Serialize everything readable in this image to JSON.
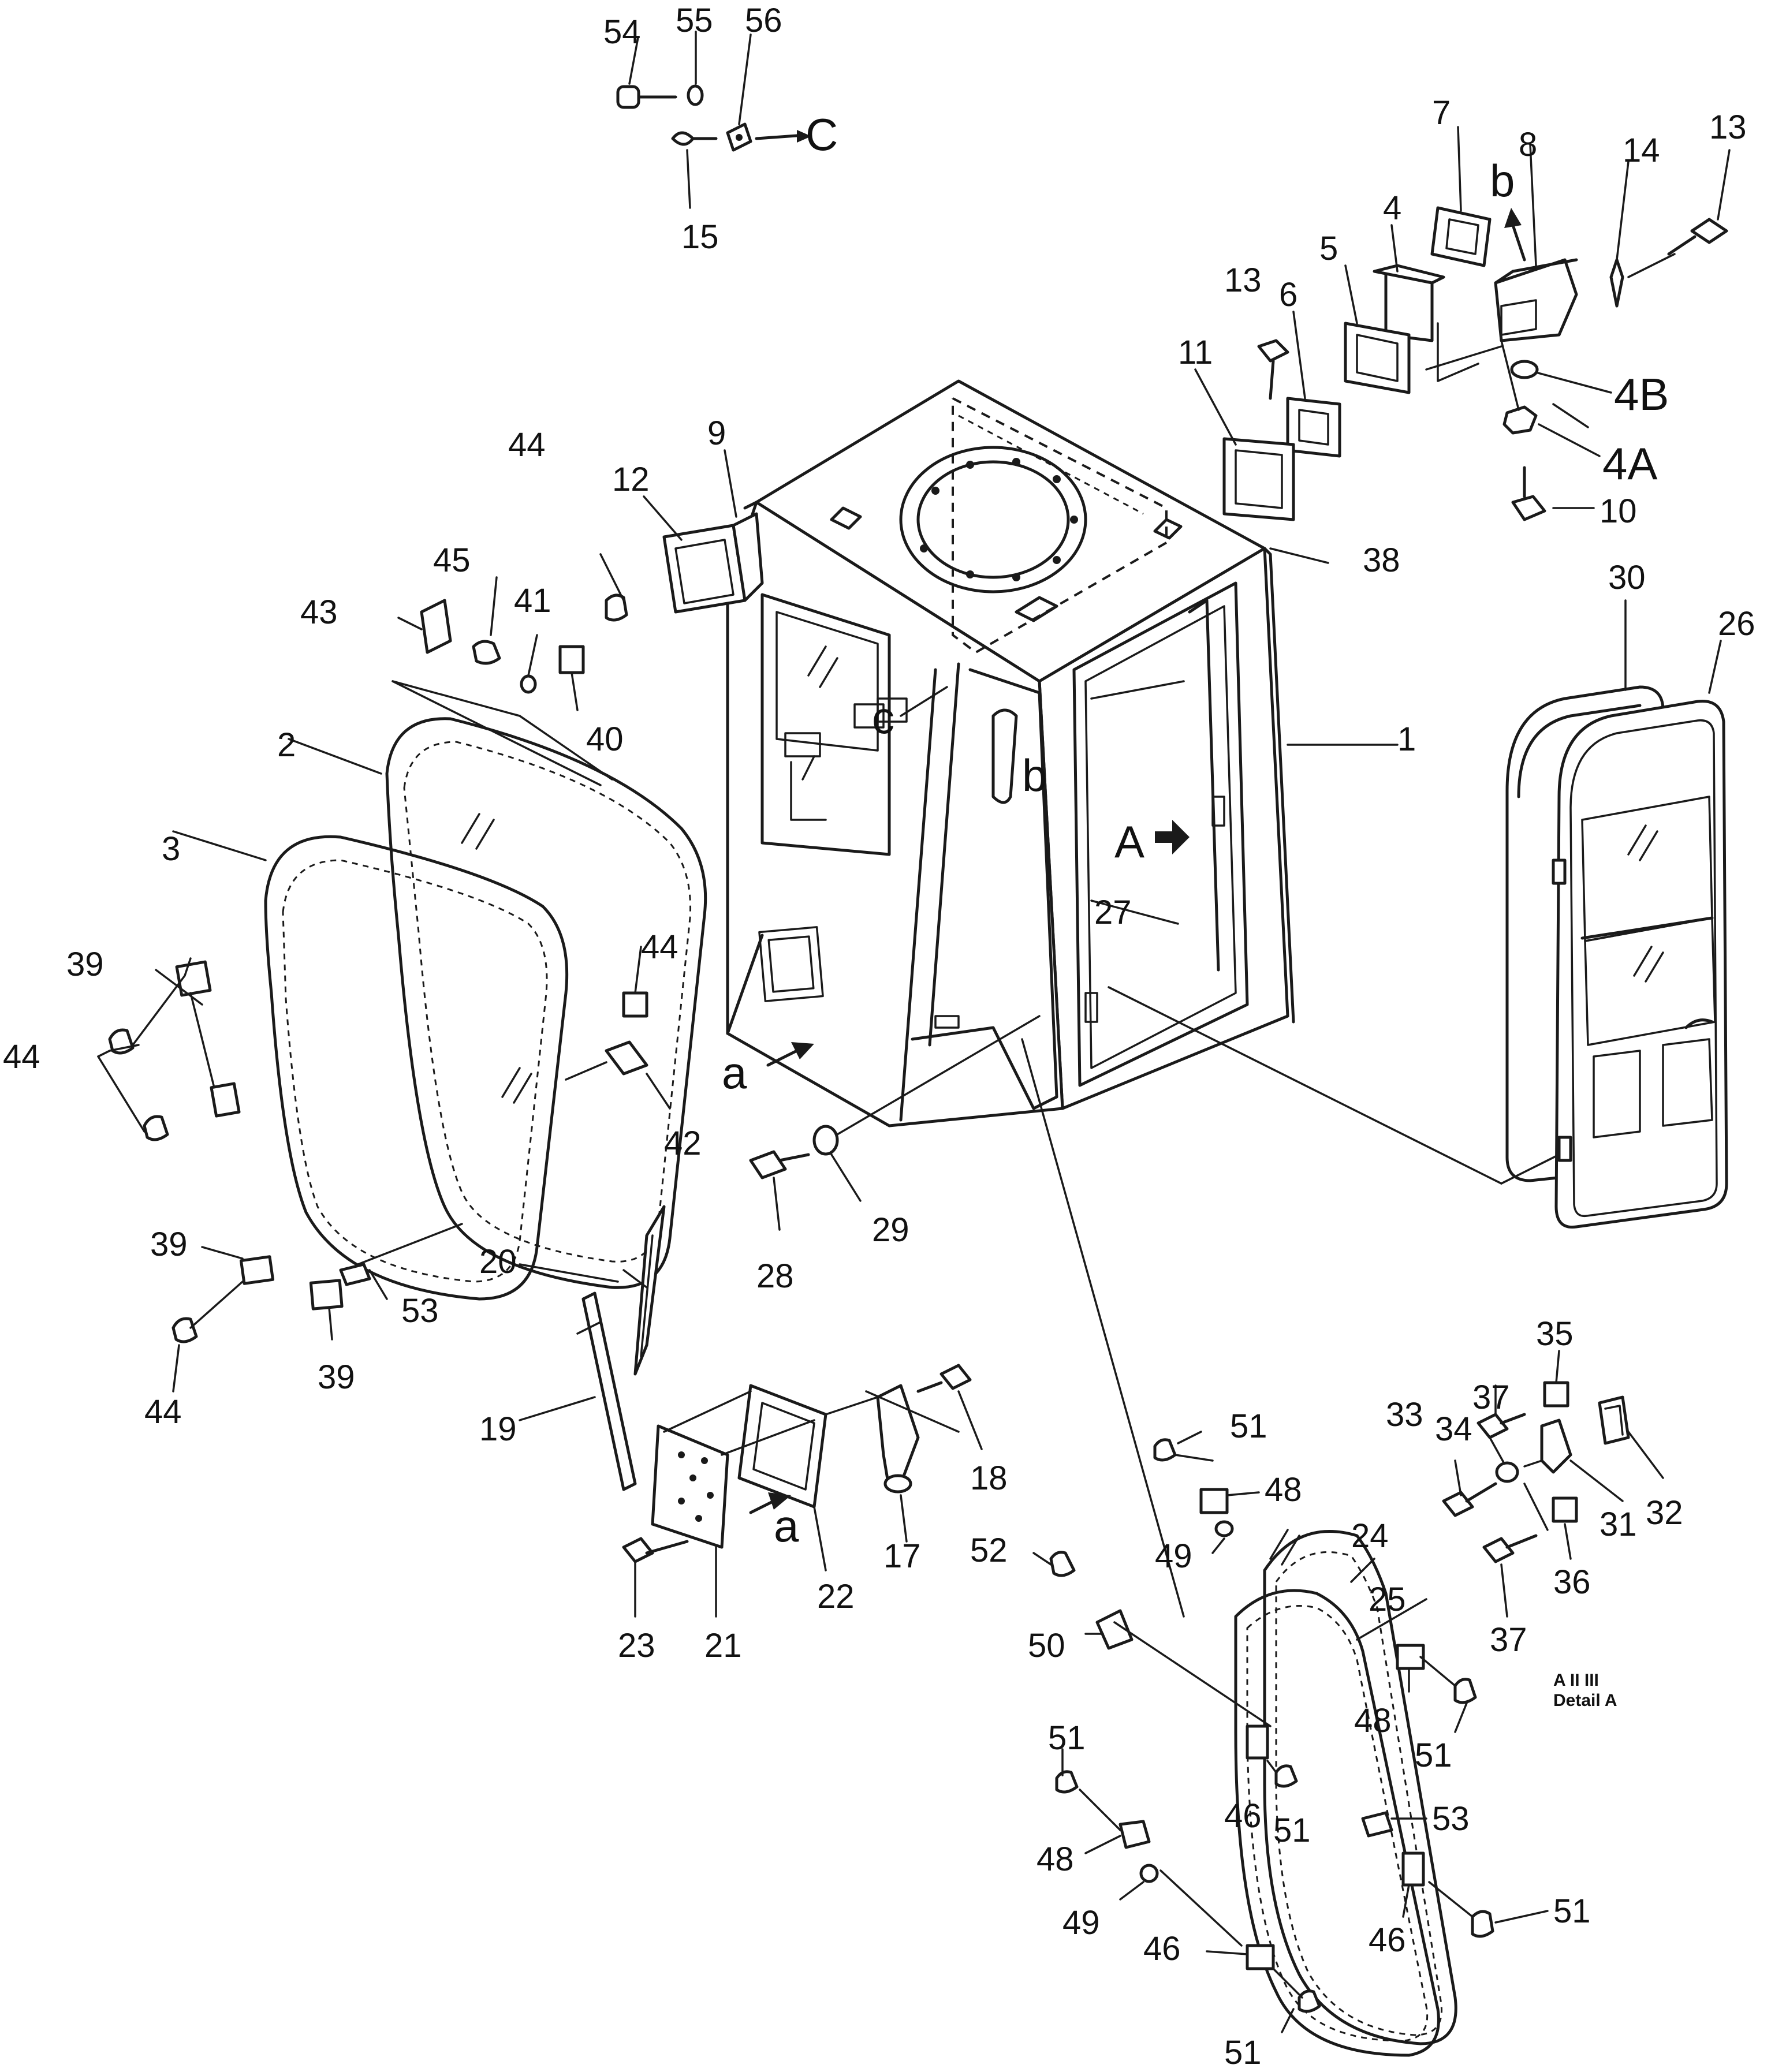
{
  "labels": [
    {
      "id": "p54",
      "text": "54"
    },
    {
      "id": "p55",
      "text": "55"
    },
    {
      "id": "p56",
      "text": "56"
    },
    {
      "id": "p15",
      "text": "15"
    },
    {
      "id": "refC_top",
      "text": "C"
    },
    {
      "id": "p7",
      "text": "7"
    },
    {
      "id": "p8",
      "text": "8"
    },
    {
      "id": "p14",
      "text": "14"
    },
    {
      "id": "p13a",
      "text": "13"
    },
    {
      "id": "p4",
      "text": "4"
    },
    {
      "id": "refb_top",
      "text": "b"
    },
    {
      "id": "p5",
      "text": "5"
    },
    {
      "id": "p6",
      "text": "6"
    },
    {
      "id": "p13b",
      "text": "13"
    },
    {
      "id": "p11",
      "text": "11"
    },
    {
      "id": "p4B",
      "text": "4B"
    },
    {
      "id": "p4A",
      "text": "4A"
    },
    {
      "id": "p10",
      "text": "10"
    },
    {
      "id": "p9",
      "text": "9"
    },
    {
      "id": "p12",
      "text": "12"
    },
    {
      "id": "p38",
      "text": "38"
    },
    {
      "id": "p44a",
      "text": "44"
    },
    {
      "id": "p45",
      "text": "45"
    },
    {
      "id": "p43",
      "text": "43"
    },
    {
      "id": "p41",
      "text": "41"
    },
    {
      "id": "p40",
      "text": "40"
    },
    {
      "id": "p30",
      "text": "30"
    },
    {
      "id": "p26",
      "text": "26"
    },
    {
      "id": "p1",
      "text": "1"
    },
    {
      "id": "p2",
      "text": "2"
    },
    {
      "id": "p3",
      "text": "3"
    },
    {
      "id": "refc_cab",
      "text": "c"
    },
    {
      "id": "refb_cab",
      "text": "b"
    },
    {
      "id": "refA_arrow",
      "text": "A"
    },
    {
      "id": "p39a",
      "text": "39"
    },
    {
      "id": "p44b",
      "text": "44"
    },
    {
      "id": "p44c",
      "text": "44"
    },
    {
      "id": "p42",
      "text": "42"
    },
    {
      "id": "p27",
      "text": "27"
    },
    {
      "id": "refa_cab",
      "text": "a"
    },
    {
      "id": "p28",
      "text": "28"
    },
    {
      "id": "p29",
      "text": "29"
    },
    {
      "id": "p39b",
      "text": "39"
    },
    {
      "id": "p53a",
      "text": "53"
    },
    {
      "id": "p39c",
      "text": "39"
    },
    {
      "id": "p44d",
      "text": "44"
    },
    {
      "id": "p20",
      "text": "20"
    },
    {
      "id": "p19",
      "text": "19"
    },
    {
      "id": "p18",
      "text": "18"
    },
    {
      "id": "p17",
      "text": "17"
    },
    {
      "id": "p22",
      "text": "22"
    },
    {
      "id": "refa_bot",
      "text": "a"
    },
    {
      "id": "p21",
      "text": "21"
    },
    {
      "id": "p23",
      "text": "23"
    },
    {
      "id": "p51a",
      "text": "51"
    },
    {
      "id": "p48a",
      "text": "48"
    },
    {
      "id": "p49a",
      "text": "49"
    },
    {
      "id": "p52",
      "text": "52"
    },
    {
      "id": "p50",
      "text": "50"
    },
    {
      "id": "p24",
      "text": "24"
    },
    {
      "id": "p25",
      "text": "25"
    },
    {
      "id": "p37a",
      "text": "37"
    },
    {
      "id": "p35",
      "text": "35"
    },
    {
      "id": "p34",
      "text": "34"
    },
    {
      "id": "p33",
      "text": "33"
    },
    {
      "id": "p32",
      "text": "32"
    },
    {
      "id": "p31",
      "text": "31"
    },
    {
      "id": "p36",
      "text": "36"
    },
    {
      "id": "p37b",
      "text": "37"
    },
    {
      "id": "p48b",
      "text": "48"
    },
    {
      "id": "p51b",
      "text": "51"
    },
    {
      "id": "p46a",
      "text": "46"
    },
    {
      "id": "p51c",
      "text": "51"
    },
    {
      "id": "p53b",
      "text": "53"
    },
    {
      "id": "p51d",
      "text": "51"
    },
    {
      "id": "p48c",
      "text": "48"
    },
    {
      "id": "p49b",
      "text": "49"
    },
    {
      "id": "p46b",
      "text": "46"
    },
    {
      "id": "p46c",
      "text": "46"
    },
    {
      "id": "p51e",
      "text": "51"
    },
    {
      "id": "p51f",
      "text": "51"
    }
  ],
  "detail_caption": {
    "line1": "A  II  III",
    "line2": "Detail A"
  }
}
